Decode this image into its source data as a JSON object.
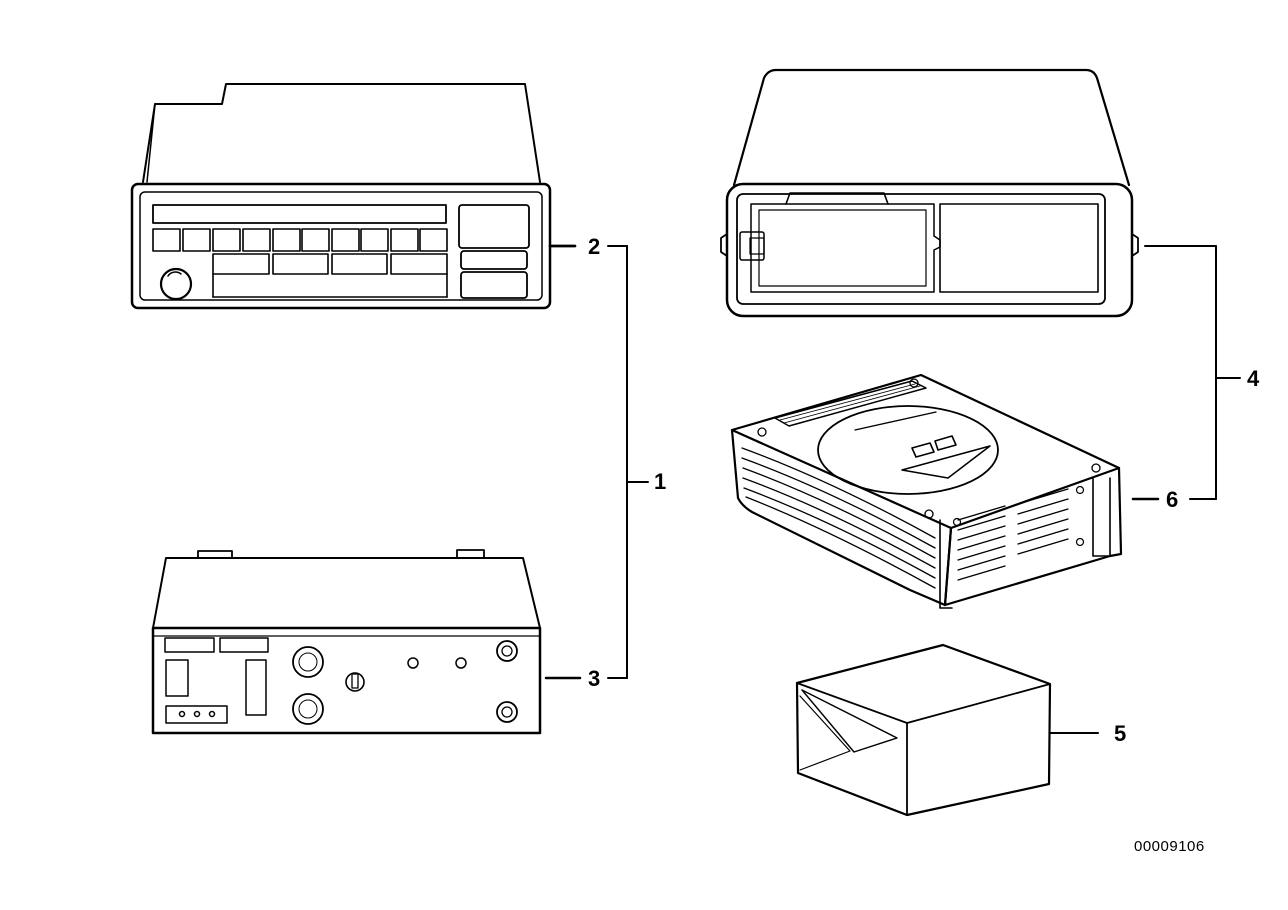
{
  "callouts": {
    "c1": "1",
    "c2": "2",
    "c3": "3",
    "c4": "4",
    "c5": "5",
    "c6": "6"
  },
  "document_number": "00009106"
}
